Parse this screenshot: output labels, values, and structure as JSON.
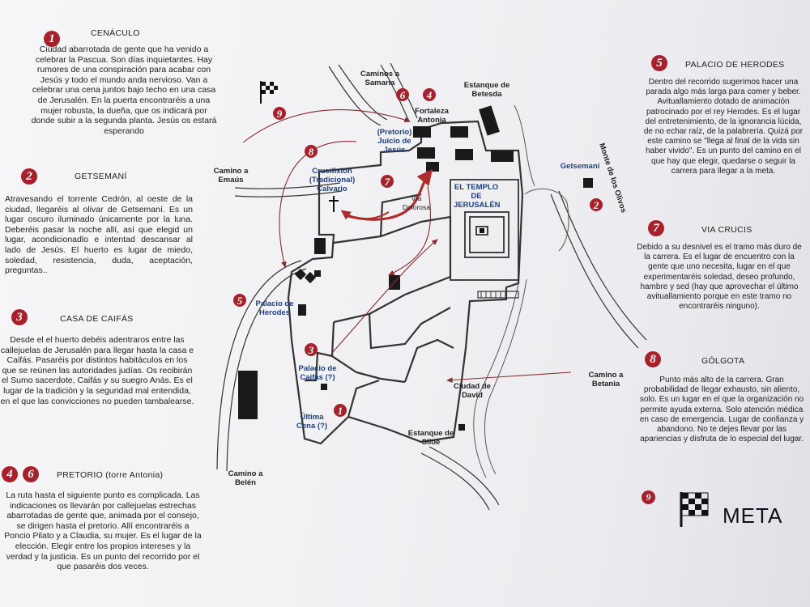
{
  "colors": {
    "accent_red": "#a8202a",
    "label_blue": "#1c3f86",
    "route_red": "#b22b2b"
  },
  "sections": {
    "cenaculo": {
      "number": "1",
      "title": "CENÁCULO",
      "body": "Ciudad abarrotada de gente que ha venido a celebrar la Pascua. Son días inquietantes. Hay rumores de una conspiración para acabar con Jesús y todo el mundo anda nervioso. Van a celebrar una cena juntos bajo techo en una casa de Jerusalén. En la puerta encontraréis a una mujer robusta, la dueña, que os indicará por donde subir a la segunda planta. Jesús os estará esperando"
    },
    "getsemani": {
      "number": "2",
      "title": "GETSEMANÍ",
      "body": "Atravesando el torrente Cedrón, al oeste de la ciudad, llegaréis al olivar de Getsemaní. Es un lugar oscuro iluminado únicamente por la luna. Deberéis pasar la noche allí, así que elegid un lugar, acondicionadlo e intentad descansar al lado de Jesús. El huerto es lugar de miedo, soledad, resistencia, duda, aceptación, preguntas.."
    },
    "caifas": {
      "number": "3",
      "title": "CASA DE CAIFÁS",
      "body": "Desde el el huerto debéis adentraros entre las callejuelas de Jerusalén para llegar hasta la casa e Caifás. Pasaréis por distintos habitáculos en los que se reúnen las autoridades judías. Os recibirán el Sumo sacerdote, Caifás y su suegro Anás. Es el lugar de la tradición y la seguridad mal entendida, en el que las convicciones no pueden tambalearse."
    },
    "pretorio": {
      "number_a": "4",
      "number_b": "6",
      "title": "PRETORIO (torre Antonia)",
      "body": "La ruta hasta el siguiente punto es complicada. Las indicaciones os llevarán por callejuelas estrechas abarrotadas de gente que, animada por el consejo, se dirigen hasta el pretorio. Allí encontraréis a Poncio Pilato y a Claudia, su mujer. Es el lugar de la elección. Elegir entre los propios intereses y la verdad y la justicia. Es un punto del recorrido por el que pasaréis dos veces."
    },
    "herodes": {
      "number": "5",
      "title": "PALACIO DE HERODES",
      "body": "Dentro del recorrido sugerimos hacer una parada algo más larga para comer y beber. Avituallamiento dotado de animación patrocinado por el rey Herodes. Es el lugar del entretenimiento, de la ignorancia lúcida, de no echar raíz, de la palabrería. Quizá por este camino se \"llega al final de la vida sin haber vivido\". Es un punto del camino en el que hay que elegir, quedarse o seguir la carrera para llegar a la meta."
    },
    "via_crucis": {
      "number": "7",
      "title": "VIA CRUCIS",
      "body": "Debido a su desnivel es el tramo más duro de la carrera. Es el lugar de encuentro con la gente que uno necesita, lugar en el que experimentaréis soledad, deseo profundo, hambre y sed (hay que aprovechar el último avituallamiento porque en este tramo no encontraréis ninguno)."
    },
    "golgota": {
      "number": "8",
      "title": "GÓLGOTA",
      "body": "Punto más alto de la carrera. Gran probabilidad de llegar exhausto, sin aliento, solo. Es un lugar en el que la organización no permite ayuda externa. Solo atención médica en caso de emergencia. Lugar de confianza y abandono. No te dejes llevar por las apariencias y disfruta de lo especial del lugar."
    },
    "meta": {
      "number": "9",
      "label": "META"
    }
  },
  "map": {
    "labels": {
      "caminos_samaria": "Caminos a Samaria",
      "estanque_betesda": "Estanque de Betesda",
      "fortaleza_antonia": "Fortaleza Antonia",
      "pretorio": "(Pretorio) Juicio de Jesús",
      "camino_emaus": "Camino a Emaús",
      "crucifixion": "Crucifixión (Tradicional) Calvario",
      "via_dolorosa": "Vía Dolorosa",
      "templo": "EL TEMPLO DE JERUSALÉN",
      "getsemani": "Getsemaní",
      "monte_olivos": "Monte de los Olivos",
      "palacio_herodes": "Palacio de Herodes",
      "palacio_caifas": "Palacio de Caifás (?)",
      "ultima_cena": "Última Cena (?)",
      "ciudad_david": "Ciudad de David",
      "estanque_siloe": "Estanque de Siloé",
      "camino_betania": "Camino a Betania",
      "camino_belen": "Camino a Belén"
    },
    "markers": [
      "1",
      "2",
      "3",
      "4",
      "5",
      "6",
      "7",
      "8",
      "9"
    ]
  }
}
